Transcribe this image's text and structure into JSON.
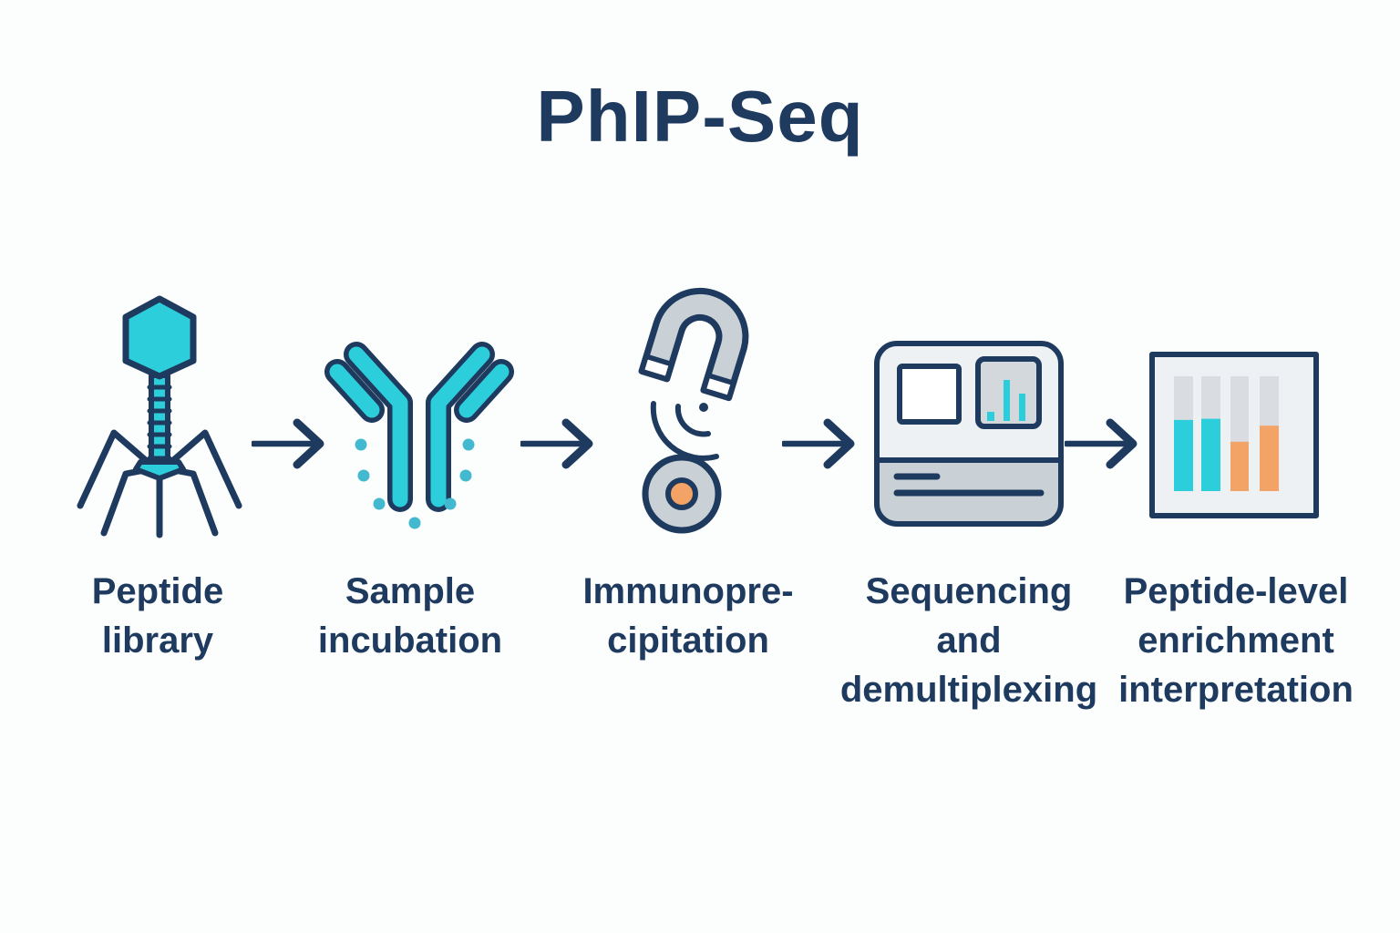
{
  "title": "PhIP-Seq",
  "colors": {
    "navy": "#1E3A5E",
    "cyan": "#2CCEDB",
    "dot_cyan": "#43B9CF",
    "gray": "#C9D0D6",
    "panel_gray": "#D3D8DC",
    "light_panel": "#EDF1F4",
    "track_gray": "#D9DDE1",
    "orange": "#F3A366",
    "background": "#FCFDFD"
  },
  "steps": [
    {
      "name": "peptide-library",
      "icon": "bacteriophage-icon",
      "label_lines": [
        "Peptide",
        "library"
      ]
    },
    {
      "name": "sample-incubation",
      "icon": "antibody-icon",
      "label_lines": [
        "Sample",
        "incubation"
      ]
    },
    {
      "name": "immunoprecipitation",
      "icon": "magnet-bead-icon",
      "label_lines": [
        "Immunopre-",
        "cipitation"
      ]
    },
    {
      "name": "sequencing-demultiplexing",
      "icon": "sequencer-icon",
      "label_lines": [
        "Sequencing",
        "and",
        "demultiplexing"
      ]
    },
    {
      "name": "peptide-level-enrichment",
      "icon": "enrichment-chart-icon",
      "label_lines": [
        "Peptide-level",
        "enrichment",
        "interpretation"
      ]
    }
  ],
  "arrows": {
    "icon": "right-arrow-icon",
    "count": 4
  },
  "enrichment_icon_bars": [
    {
      "color": "cyan",
      "fill_pct": 62
    },
    {
      "color": "cyan",
      "fill_pct": 63
    },
    {
      "color": "orange",
      "fill_pct": 43
    },
    {
      "color": "orange",
      "fill_pct": 57
    }
  ],
  "sequencer_mini_bars": {
    "color": "cyan",
    "count": 3
  }
}
